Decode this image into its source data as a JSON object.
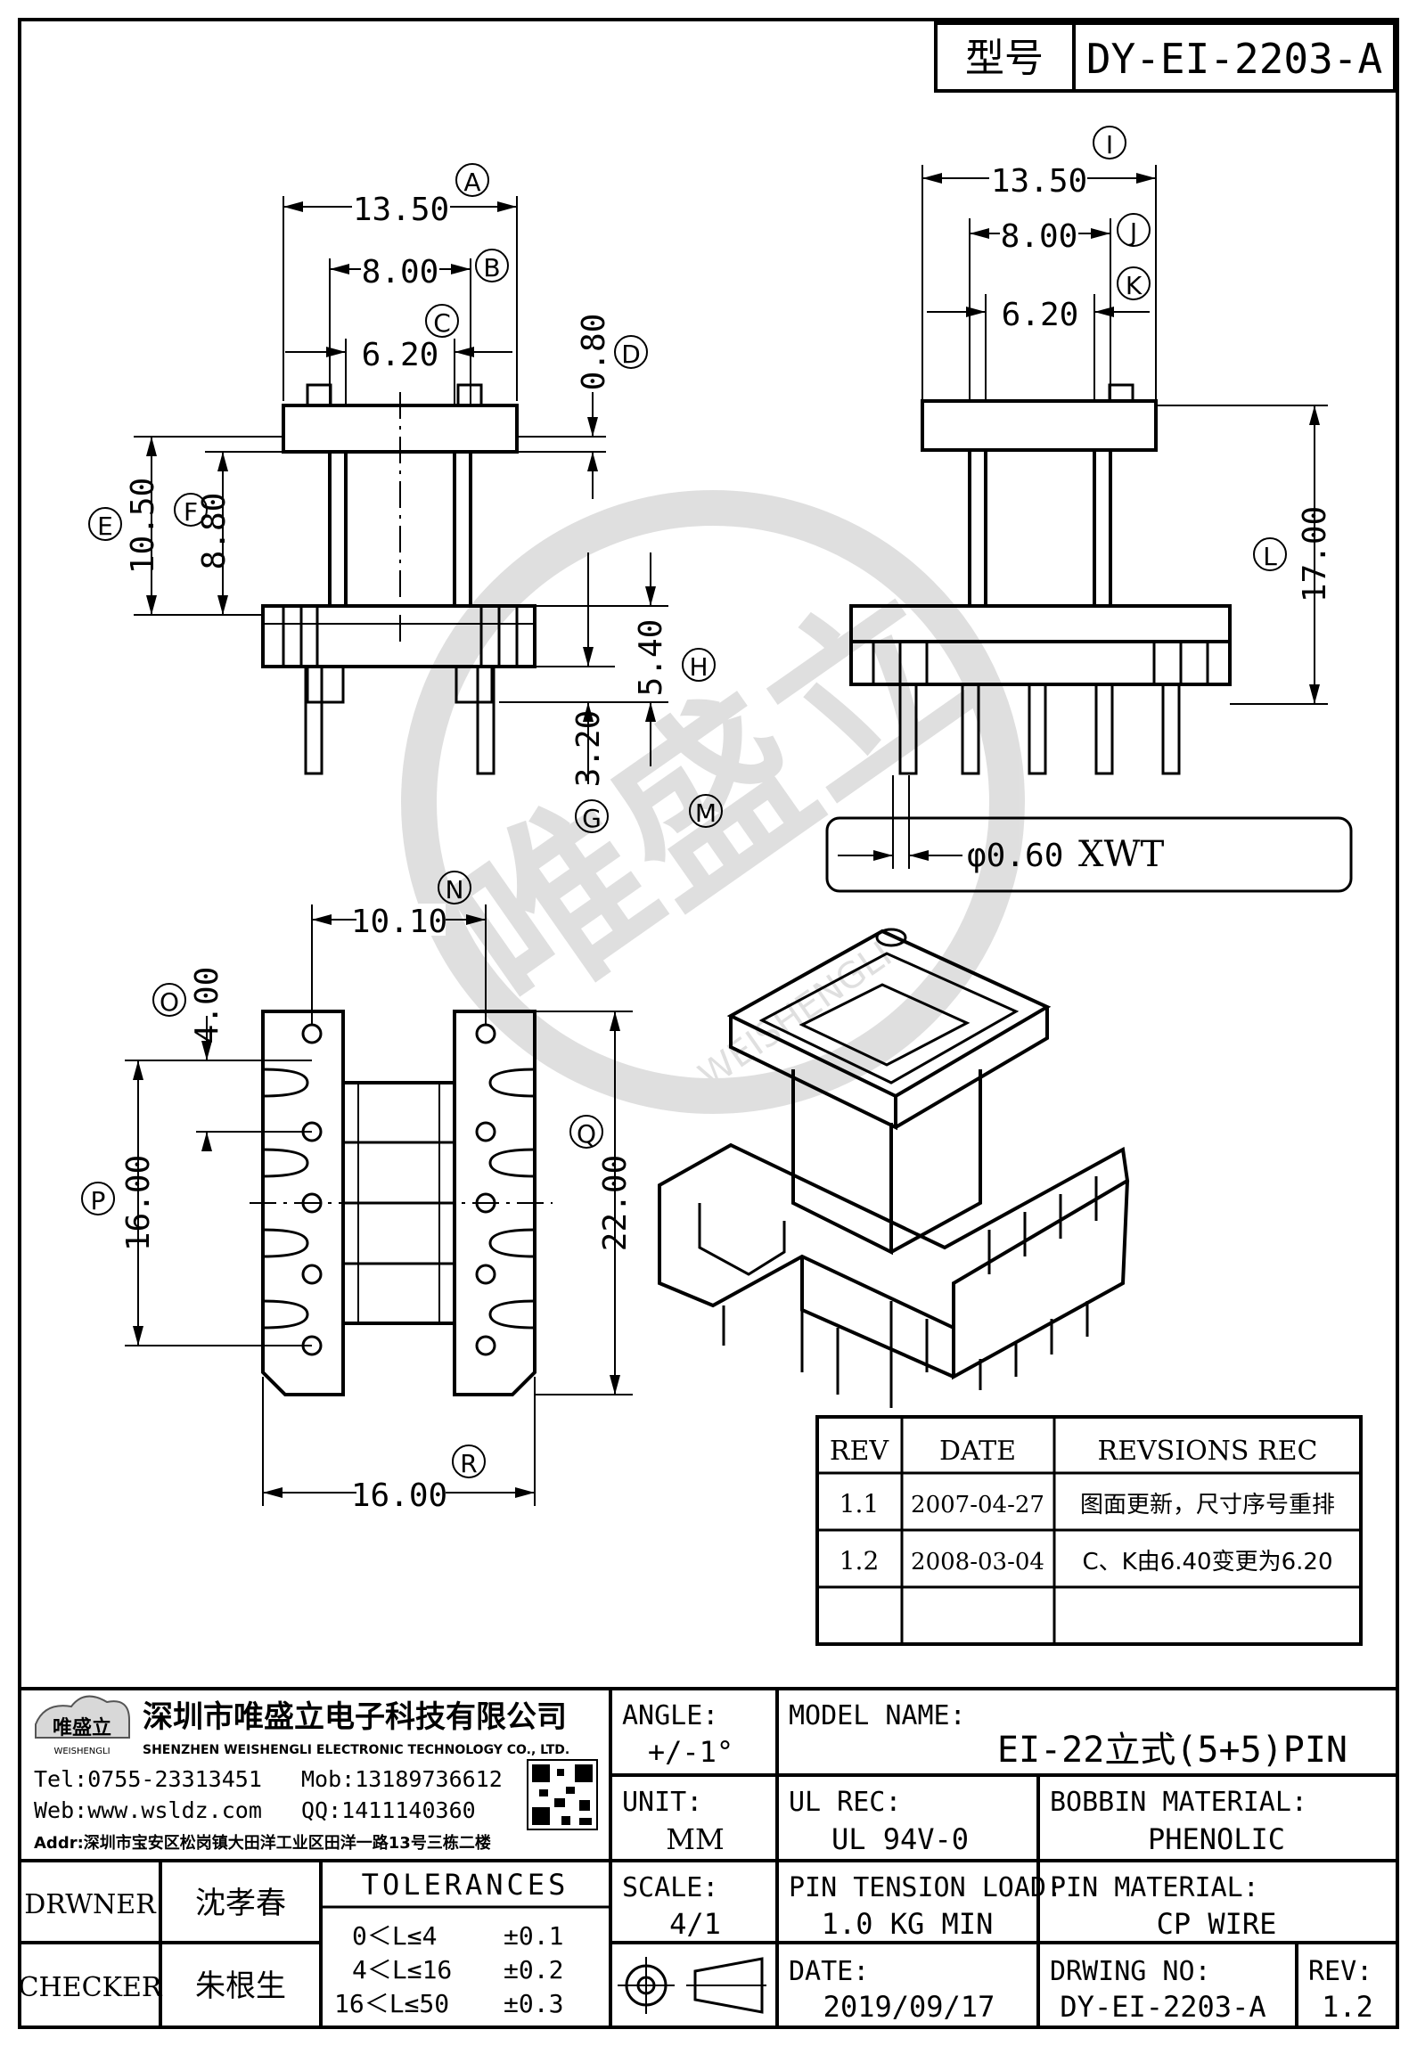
{
  "header": {
    "type_label": "型号",
    "type_value": "DY-EI-2203-A"
  },
  "dims": {
    "A": "13.50",
    "B": "8.00",
    "C": "6.20",
    "D": "0.80",
    "E": "10.50",
    "F": "8.80",
    "G": "3.20",
    "H": "5.40",
    "I": "13.50",
    "J": "8.00",
    "K": "6.20",
    "L": "17.00",
    "N": "10.10",
    "O": "4.00",
    "P": "16.00",
    "Q": "22.00",
    "R": "16.00"
  },
  "circle_labels": {
    "A": "A",
    "B": "B",
    "C": "C",
    "D": "D",
    "E": "E",
    "F": "F",
    "G": "G",
    "H": "H",
    "I": "I",
    "J": "J",
    "K": "K",
    "L": "L",
    "M": "M",
    "N": "N",
    "O": "O",
    "P": "P",
    "Q": "Q",
    "R": "R"
  },
  "pin_note": {
    "diameter": "φ0.60",
    "finish": "XWT"
  },
  "watermark": {
    "brand": "唯盛立",
    "brand_en": "WEISHENGLI"
  },
  "revisions": {
    "headers": [
      "REV",
      "DATE",
      "REVSIONS REC"
    ],
    "rows": [
      {
        "rev": "1.1",
        "date": "2007-04-27",
        "rec": "图面更新，尺寸序号重排"
      },
      {
        "rev": "1.2",
        "date": "2008-03-04",
        "rec": "C、K由6.40变更为6.20"
      }
    ]
  },
  "company": {
    "logo_text": "唯盛立",
    "logo_sub": "WEISHENGLI",
    "name_cn": "深圳市唯盛立电子科技有限公司",
    "name_en": "SHENZHEN WEISHENGLI ELECTRONIC TECHNOLOGY CO., LTD.",
    "tel": "Tel:0755-23313451",
    "mob": "Mob:13189736612",
    "web": "Web:www.wsldz.com",
    "qq": "QQ:1411140360",
    "addr": "Addr:深圳市宝安区松岗镇大田洋工业区田洋一路13号三栋二楼"
  },
  "title_block": {
    "angle_label": "ANGLE:",
    "angle_value": "+/-1°",
    "model_label": "MODEL NAME:",
    "model_value": "EI-22立式(5+5)PIN",
    "unit_label": "UNIT:",
    "unit_value": "MM",
    "ul_label": "UL REC:",
    "ul_value": "UL 94V-0",
    "bobbin_label": "BOBBIN MATERIAL:",
    "bobbin_value": "PHENOLIC",
    "drawer_label": "DRWNER",
    "drawer_value": "沈孝春",
    "checker_label": "CHECKER",
    "checker_value": "朱根生",
    "tolerances_title": "TOLERANCES",
    "tolerances": [
      {
        "range": "0＜L≤4",
        "tol": "±0.1"
      },
      {
        "range": "4＜L≤16",
        "tol": "±0.2"
      },
      {
        "range": "16＜L≤50",
        "tol": "±0.3"
      }
    ],
    "scale_label": "SCALE:",
    "scale_value": "4/1",
    "tension_label": "PIN TENSION LOAD:",
    "tension_value": "1.0 KG MIN",
    "pin_mat_label": "PIN MATERIAL:",
    "pin_mat_value": "CP WIRE",
    "date_label": "DATE:",
    "date_value": "2019/09/17",
    "dwg_label": "DRWING NO:",
    "dwg_value": "DY-EI-2203-A",
    "rev_label": "REV:",
    "rev_value": "1.2"
  }
}
